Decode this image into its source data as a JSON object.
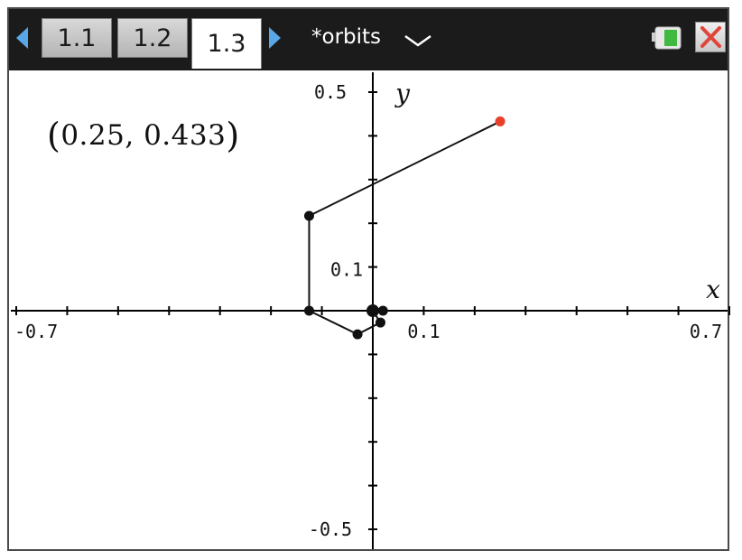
{
  "tabs": [
    {
      "label": "1.1",
      "active": false
    },
    {
      "label": "1.2",
      "active": false
    },
    {
      "label": "1.3",
      "active": true
    }
  ],
  "document": {
    "title": "*orbits"
  },
  "icons": {
    "left": "triangle-left-icon",
    "right": "triangle-right-icon",
    "chevron": "chevron-down-icon",
    "battery": "battery-icon",
    "close": "close-icon"
  },
  "colors": {
    "accent": "#5aa7e8",
    "close": "#e0453a",
    "highlight_point": "#e8402c",
    "battery": "#3fb93f"
  },
  "coordinate_label": {
    "x": "0.25",
    "y": "0.433"
  },
  "axes": {
    "x_label": "x",
    "y_label": "y",
    "x_ticks_labels": [
      {
        "value": -0.7,
        "text": "-0.7"
      },
      {
        "value": 0.1,
        "text": "0.1"
      },
      {
        "value": 0.7,
        "text": "0.7"
      }
    ],
    "y_ticks_labels": [
      {
        "value": 0.5,
        "text": "0.5"
      },
      {
        "value": 0.1,
        "text": "0.1"
      },
      {
        "value": -0.5,
        "text": "-0.5"
      }
    ]
  },
  "chart_data": {
    "type": "line",
    "xlim": [
      -0.7,
      0.7
    ],
    "ylim": [
      -0.5,
      0.5
    ],
    "grid": false,
    "points": [
      {
        "x": 0.25,
        "y": 0.433,
        "highlight": true
      },
      {
        "x": -0.125,
        "y": 0.217
      },
      {
        "x": -0.125,
        "y": 0.0
      },
      {
        "x": -0.03,
        "y": -0.054
      },
      {
        "x": 0.015,
        "y": -0.027
      },
      {
        "x": 0.0,
        "y": 0.0
      },
      {
        "x": 0.02,
        "y": 0.0
      }
    ]
  }
}
